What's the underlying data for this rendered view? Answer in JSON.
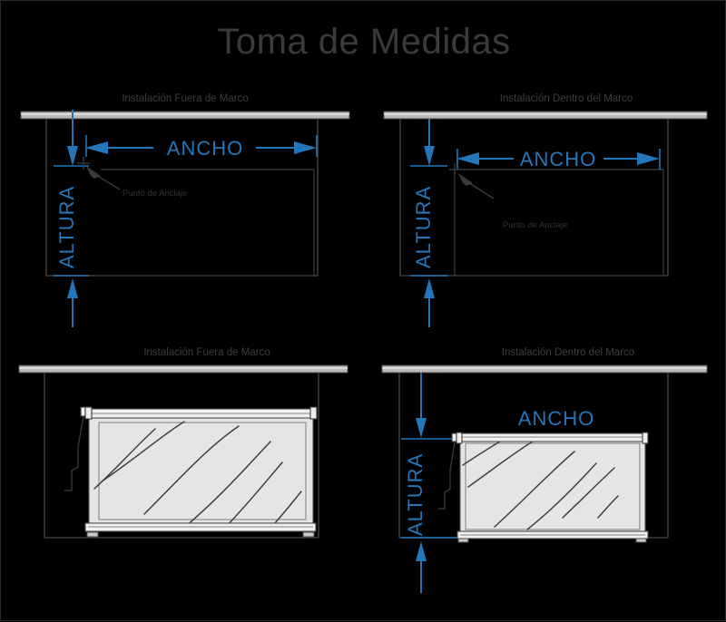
{
  "page": {
    "title": "Toma de Medidas",
    "background_color": "#000000",
    "accent_color": "#2476b8",
    "line_color": "#3c3c3c",
    "text_color": "#3a3a3a"
  },
  "panels": [
    {
      "id": "top-left",
      "header": "Instalación Fuera de Marco",
      "width_label": "ANCHO",
      "height_label": "ALTURA",
      "anchor_label": "Punto de Anclaje",
      "view": "frame"
    },
    {
      "id": "top-right",
      "header": "Instalación Dentro del Marco",
      "width_label": "ANCHO",
      "height_label": "ALTURA",
      "anchor_label": "Punto de Anclaje",
      "view": "frame"
    },
    {
      "id": "bottom-left",
      "header": "Instalación Fuera de Marco",
      "width_label": "",
      "height_label": "",
      "anchor_label": "",
      "view": "blind"
    },
    {
      "id": "bottom-right",
      "header": "Instalación Dentro del Marco",
      "width_label": "ANCHO",
      "height_label": "ALTURA",
      "anchor_label": "",
      "view": "blind"
    }
  ]
}
